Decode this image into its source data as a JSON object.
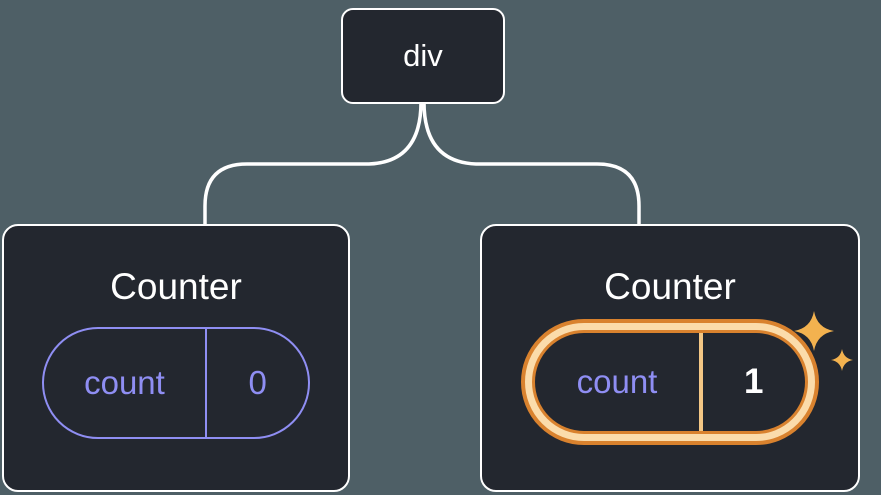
{
  "diagram": {
    "root": {
      "label": "div"
    },
    "children": [
      {
        "title": "Counter",
        "state": {
          "label": "count",
          "value": "0"
        },
        "highlighted": false
      },
      {
        "title": "Counter",
        "state": {
          "label": "count",
          "value": "1"
        },
        "highlighted": true
      }
    ],
    "icons": {
      "sparkle_large": "four-pointed-star",
      "sparkle_small": "four-pointed-star"
    },
    "colors": {
      "background": "#4e5f66",
      "node_fill": "#23272f",
      "node_border": "#ffffff",
      "connector": "#ffffff",
      "state_purple": "#8f8ef3",
      "highlight_orange": "#d9822e",
      "highlight_cream": "#fbdcab",
      "highlight_divider": "#f3c785",
      "value_highlight_text": "#ffffff",
      "sparkle_gold": "#f3b24f",
      "title_text": "#ffffff"
    }
  }
}
